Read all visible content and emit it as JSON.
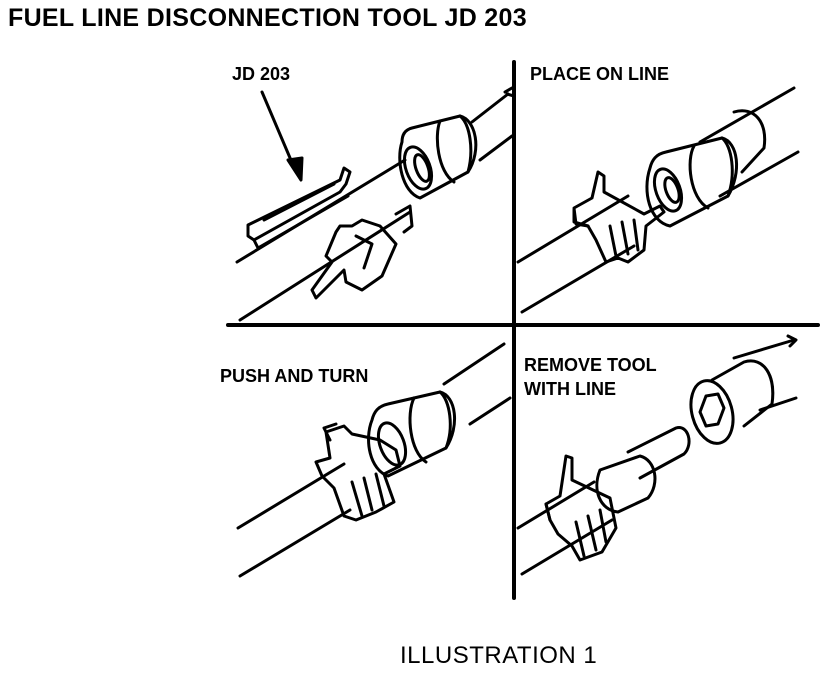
{
  "title": "FUEL LINE DISCONNECTION TOOL JD 203",
  "panels": {
    "top_left": {
      "label": "JD 203"
    },
    "top_right": {
      "label": "PLACE ON LINE"
    },
    "bottom_left": {
      "label": "PUSH AND TURN"
    },
    "bottom_right": {
      "label_line1": "REMOVE TOOL",
      "label_line2": "WITH LINE"
    }
  },
  "caption": "ILLUSTRATION 1"
}
